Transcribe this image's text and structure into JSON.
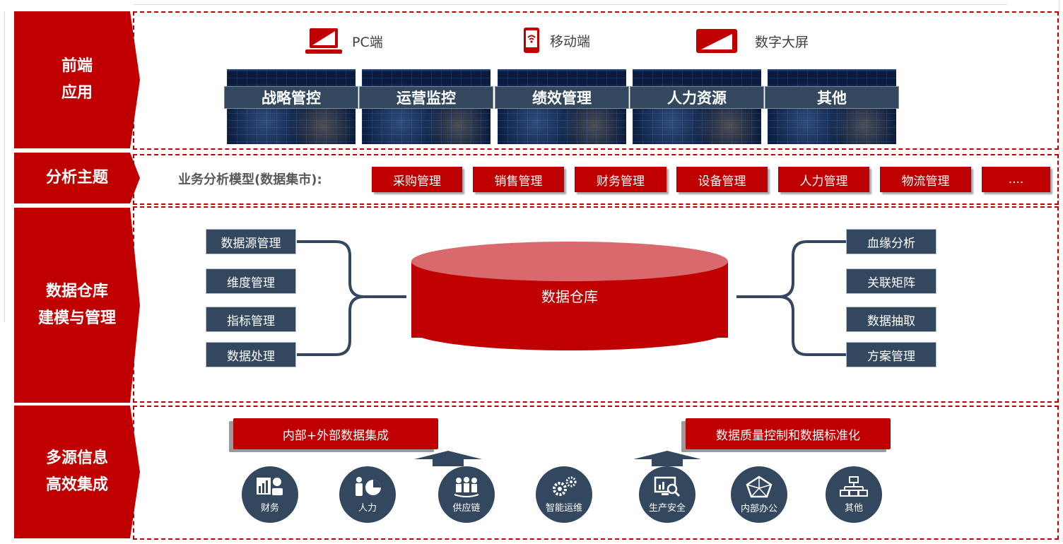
{
  "rows": {
    "frontend": "前端\n应用",
    "analysis": "分析主题",
    "warehouse": "数据仓库\n建模与管理",
    "integration": "多源信息\n高效集成"
  },
  "devices": [
    {
      "label": "PC端",
      "icon": "laptop-icon"
    },
    {
      "label": "移动端",
      "icon": "mobile-wifi-icon"
    },
    {
      "label": "数字大屏",
      "icon": "big-screen-icon"
    }
  ],
  "apps": [
    "战略管控",
    "运营监控",
    "绩效管理",
    "人力资源",
    "其他"
  ],
  "analysis": {
    "intro": "业务分析模型(数据集市):",
    "topics": [
      "采购管理",
      "销售管理",
      "财务管理",
      "设备管理",
      "人力管理",
      "物流管理",
      "...."
    ]
  },
  "warehouse": {
    "center": "数据仓库",
    "left": [
      "数据源管理",
      "维度管理",
      "指标管理",
      "数据处理"
    ],
    "right": [
      "血缘分析",
      "关联矩阵",
      "数据抽取",
      "方案管理"
    ]
  },
  "integration": {
    "banner_left": "内部+外部数据集成",
    "banner_right": "数据质量控制和数据标准化",
    "sources": [
      {
        "label": "财务",
        "icon": "finance-icon"
      },
      {
        "label": "人力",
        "icon": "hr-icon"
      },
      {
        "label": "供应链",
        "icon": "supply-chain-icon"
      },
      {
        "label": "智能运维",
        "icon": "gears-icon"
      },
      {
        "label": "生产安全",
        "icon": "monitor-search-icon"
      },
      {
        "label": "内部办公",
        "icon": "pentagon-icon"
      },
      {
        "label": "其他",
        "icon": "network-icon"
      }
    ]
  },
  "colors": {
    "primary_red": "#c00000",
    "slate": "#33485f"
  }
}
